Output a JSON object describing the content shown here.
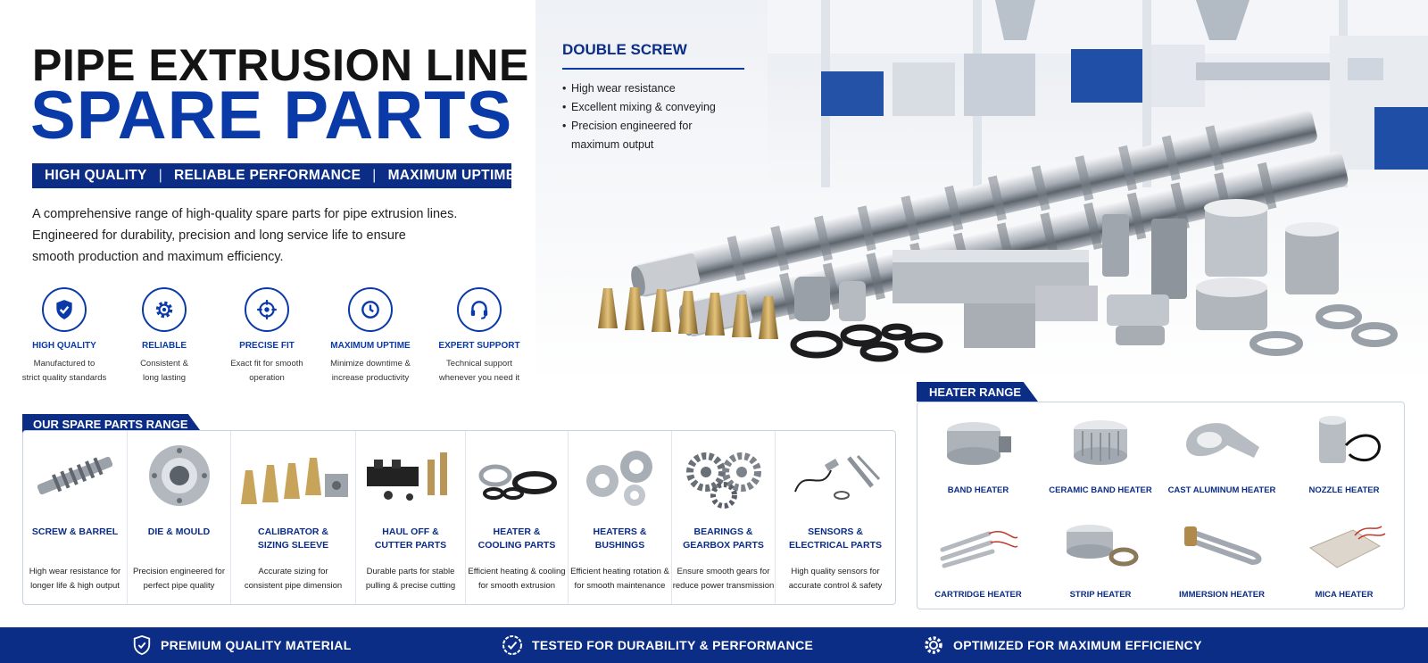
{
  "header": {
    "title_line1": "PIPE EXTRUSION LINE",
    "title_line2": "SPARE PARTS",
    "tagline": [
      "HIGH QUALITY",
      "RELIABLE PERFORMANCE",
      "MAXIMUM UPTIME"
    ],
    "tagline_separator": "|",
    "intro": [
      "A comprehensive range of high-quality spare parts for pipe extrusion lines.",
      "Engineered for durability, precision and long service life to ensure",
      "smooth production and maximum efficiency."
    ]
  },
  "features": [
    {
      "title": "HIGH QUALITY",
      "desc": [
        "Manufactured to",
        "strict quality standards"
      ],
      "icon": "shield-check-icon"
    },
    {
      "title": "RELIABLE",
      "desc": [
        "Consistent &",
        "long lasting"
      ],
      "icon": "gear-icon"
    },
    {
      "title": "PRECISE FIT",
      "desc": [
        "Exact fit for smooth",
        "operation"
      ],
      "icon": "target-icon"
    },
    {
      "title": "MAXIMUM UPTIME",
      "desc": [
        "Minimize downtime &",
        "increase productivity"
      ],
      "icon": "clock-icon"
    },
    {
      "title": "EXPERT SUPPORT",
      "desc": [
        "Technical support",
        "whenever you need it"
      ],
      "icon": "headset-icon"
    }
  ],
  "double_screw": {
    "title": "DOUBLE SCREW",
    "bullets": [
      [
        "High wear resistance"
      ],
      [
        "Excellent mixing & conveying"
      ],
      [
        "Precision engineered for",
        "maximum output"
      ]
    ]
  },
  "range": {
    "title": "OUR SPARE PARTS RANGE",
    "items": [
      {
        "name": [
          "SCREW & BARREL"
        ],
        "desc": [
          "High wear resistance for",
          "longer life & high output"
        ]
      },
      {
        "name": [
          "DIE & MOULD"
        ],
        "desc": [
          "Precision engineered for",
          "perfect pipe quality"
        ]
      },
      {
        "name": [
          "CALIBRATOR &",
          "SIZING SLEEVE"
        ],
        "desc": [
          "Accurate sizing for",
          "consistent pipe dimension"
        ]
      },
      {
        "name": [
          "HAUL OFF &",
          "CUTTER PARTS"
        ],
        "desc": [
          "Durable parts for stable",
          "pulling & precise cutting"
        ]
      },
      {
        "name": [
          "HEATER &",
          "COOLING PARTS"
        ],
        "desc": [
          "Efficient heating & cooling",
          "for smooth extrusion"
        ]
      },
      {
        "name": [
          "HEATERS &",
          "BUSHINGS"
        ],
        "desc": [
          "Efficient heating rotation &",
          "for smooth maintenance"
        ]
      },
      {
        "name": [
          "BEARINGS & GEARBOX PARTS"
        ],
        "desc": [
          "Ensure smooth gears for",
          "reduce power transmission"
        ]
      },
      {
        "name": [
          "SENSORS &",
          "ELECTRICAL PARTS"
        ],
        "desc": [
          "High quality sensors for",
          "accurate control & safety"
        ]
      }
    ]
  },
  "heater_range": {
    "title": "HEATER RANGE",
    "items": [
      "BAND HEATER",
      "CERAMIC BAND HEATER",
      "CAST ALUMINUM HEATER",
      "NOZZLE HEATER",
      "CARTRIDGE HEATER",
      "STRIP HEATER",
      "IMMERSION HEATER",
      "MICA HEATER"
    ]
  },
  "footer": [
    {
      "label": "PREMIUM QUALITY MATERIAL",
      "icon": "shield-check-icon"
    },
    {
      "label": "TESTED FOR DURABILITY & PERFORMANCE",
      "icon": "badge-check-icon"
    },
    {
      "label": "OPTIMIZED FOR MAXIMUM EFFICIENCY",
      "icon": "gear-icon"
    }
  ],
  "colors": {
    "brand_blue": "#0a3aa8",
    "navy": "#0b2d86",
    "text": "#1b1b1b"
  }
}
